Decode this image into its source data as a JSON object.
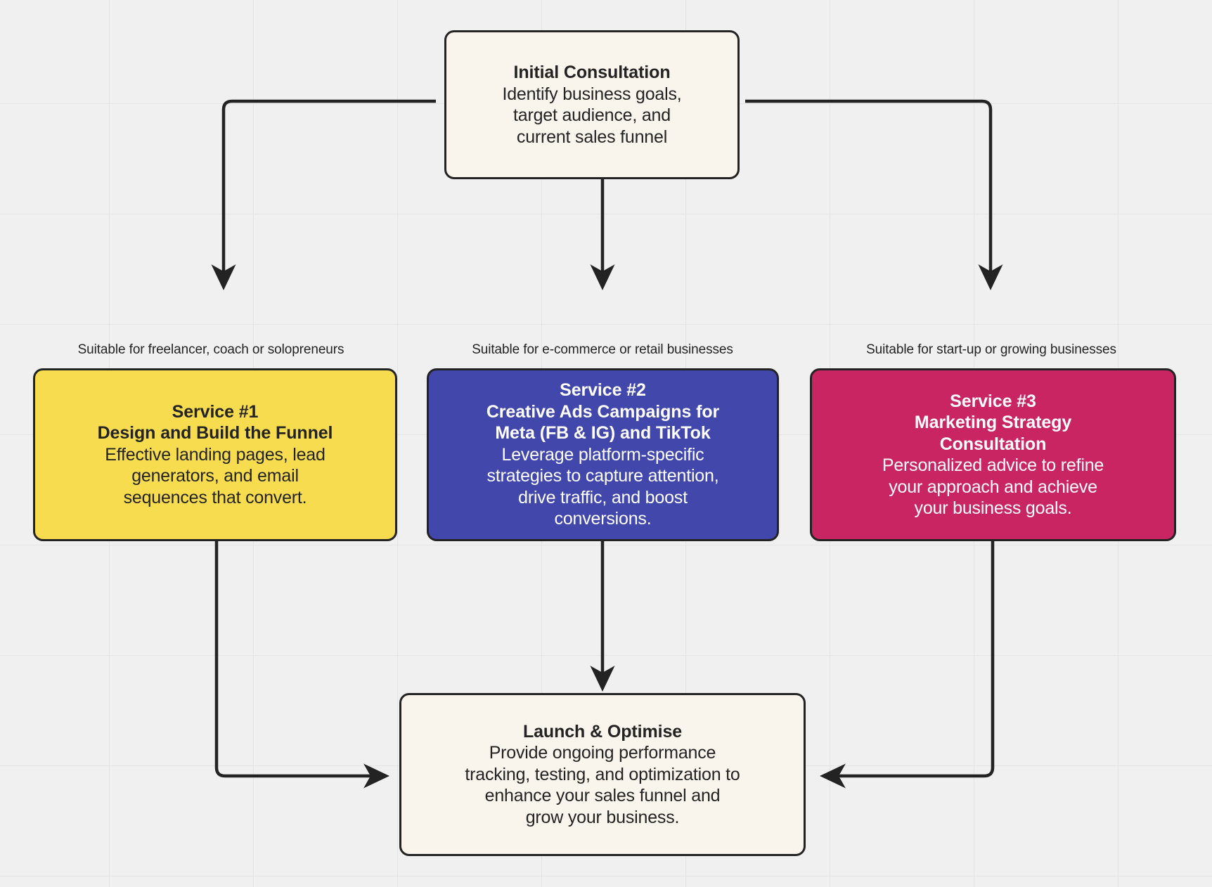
{
  "diagram": {
    "type": "flowchart",
    "background_color": "#f0f0f0",
    "grid_color": "#e4e4e4",
    "edge_color": "#232323",
    "nodes": [
      {
        "id": "initial-consultation",
        "title": "Initial Consultation",
        "description": "Identify business goals,\ntarget audience, and\ncurrent sales funnel",
        "fill": "#f9f5ec",
        "text_color": "#232323"
      },
      {
        "id": "service-1",
        "title": "Service #1\nDesign and Build the Funnel",
        "description": "Effective landing pages, lead\ngenerators, and email\nsequences that convert.",
        "fill": "#f7dc4f",
        "text_color": "#232323"
      },
      {
        "id": "service-2",
        "title": "Service #2\nCreative Ads Campaigns for\nMeta (FB & IG) and TikTok",
        "description": "Leverage platform-specific\nstrategies to capture attention,\ndrive traffic, and boost\nconversions.",
        "fill": "#4147ab",
        "text_color": "#ffffff"
      },
      {
        "id": "service-3",
        "title": "Service #3\nMarketing Strategy\nConsultation",
        "description": "Personalized advice to refine\nyour approach and achieve\nyour business goals.",
        "fill": "#c92563",
        "text_color": "#ffffff"
      },
      {
        "id": "launch-optimise",
        "title": "Launch & Optimise",
        "description": "Provide ongoing performance\ntracking, testing, and optimization to\nenhance your sales funnel and\ngrow your business.",
        "fill": "#f9f5ec",
        "text_color": "#232323"
      }
    ],
    "edge_labels": [
      {
        "id": "label-service-1",
        "text": "Suitable for freelancer, coach or solopreneurs"
      },
      {
        "id": "label-service-2",
        "text": "Suitable for e-commerce or retail businesses"
      },
      {
        "id": "label-service-3",
        "text": "Suitable for start-up or growing businesses"
      }
    ],
    "edges": [
      {
        "from": "initial-consultation",
        "to": "service-1",
        "label": "Suitable for freelancer, coach or solopreneurs"
      },
      {
        "from": "initial-consultation",
        "to": "service-2",
        "label": "Suitable for e-commerce or retail businesses"
      },
      {
        "from": "initial-consultation",
        "to": "service-3",
        "label": "Suitable for start-up or growing businesses"
      },
      {
        "from": "service-1",
        "to": "launch-optimise",
        "label": ""
      },
      {
        "from": "service-2",
        "to": "launch-optimise",
        "label": ""
      },
      {
        "from": "service-3",
        "to": "launch-optimise",
        "label": ""
      }
    ]
  }
}
